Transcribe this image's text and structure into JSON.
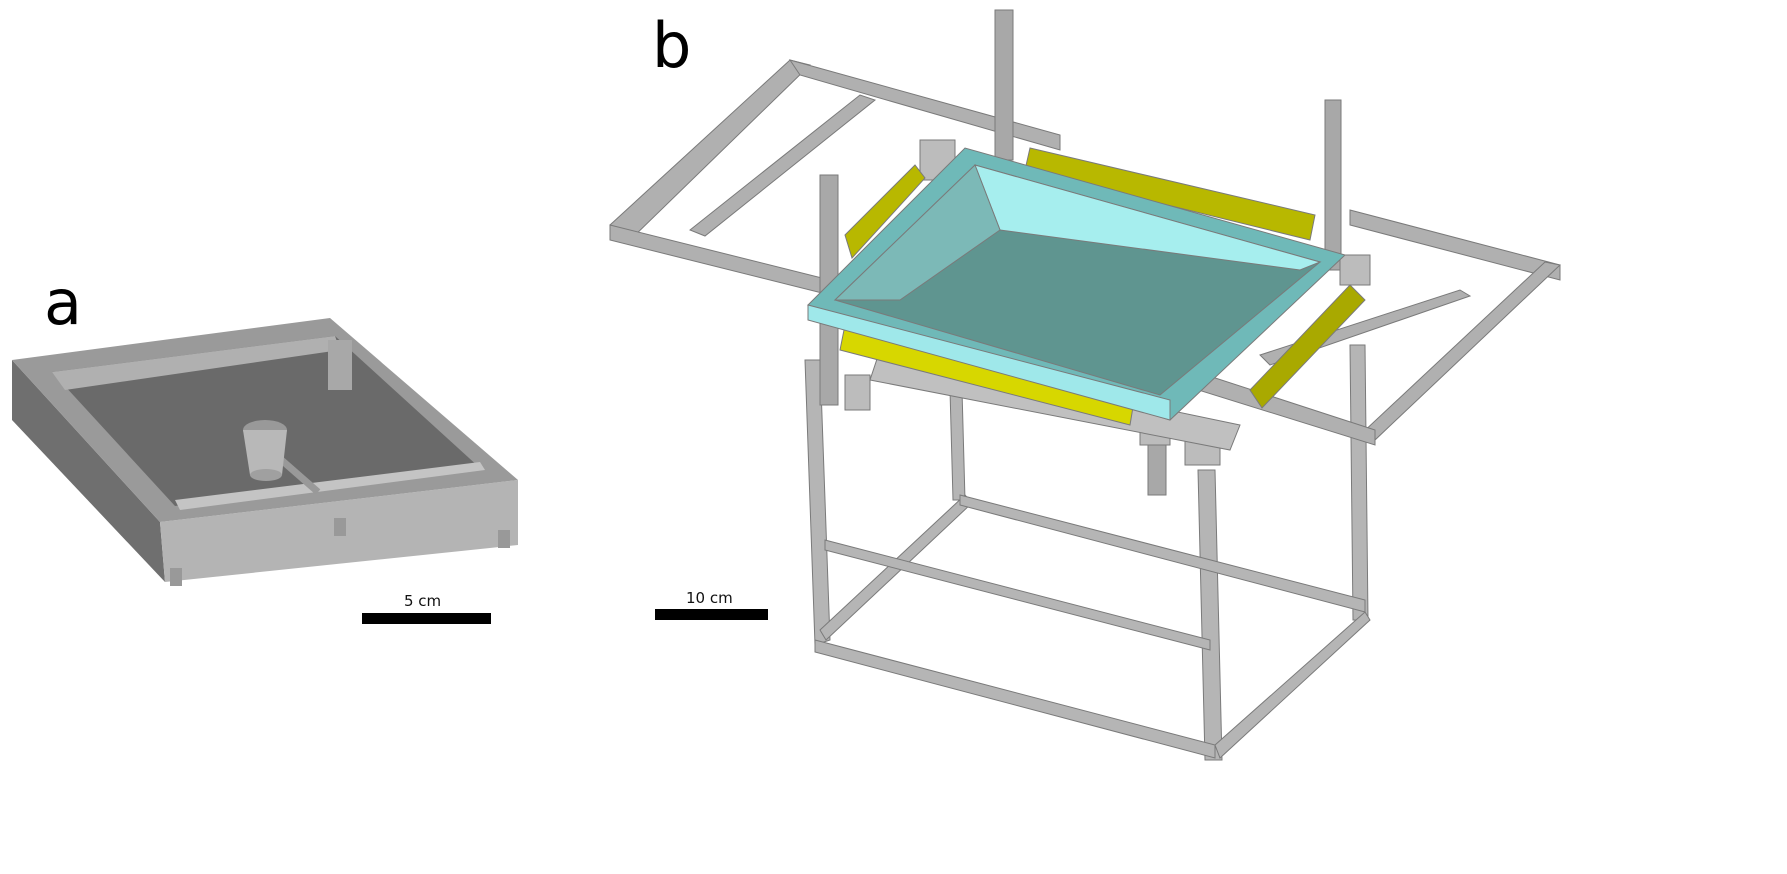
{
  "panels": {
    "a": {
      "label": "a",
      "scale_text": "5 cm"
    },
    "b": {
      "label": "b",
      "scale_text": "10 cm"
    }
  },
  "colors": {
    "frame": "#a9a9a9",
    "frame_dark": "#6e6e6e",
    "tray": "#9fe8ea",
    "tray_dark": "#5f9590",
    "rail": "#c8c800",
    "box": "#8a8a8a"
  }
}
